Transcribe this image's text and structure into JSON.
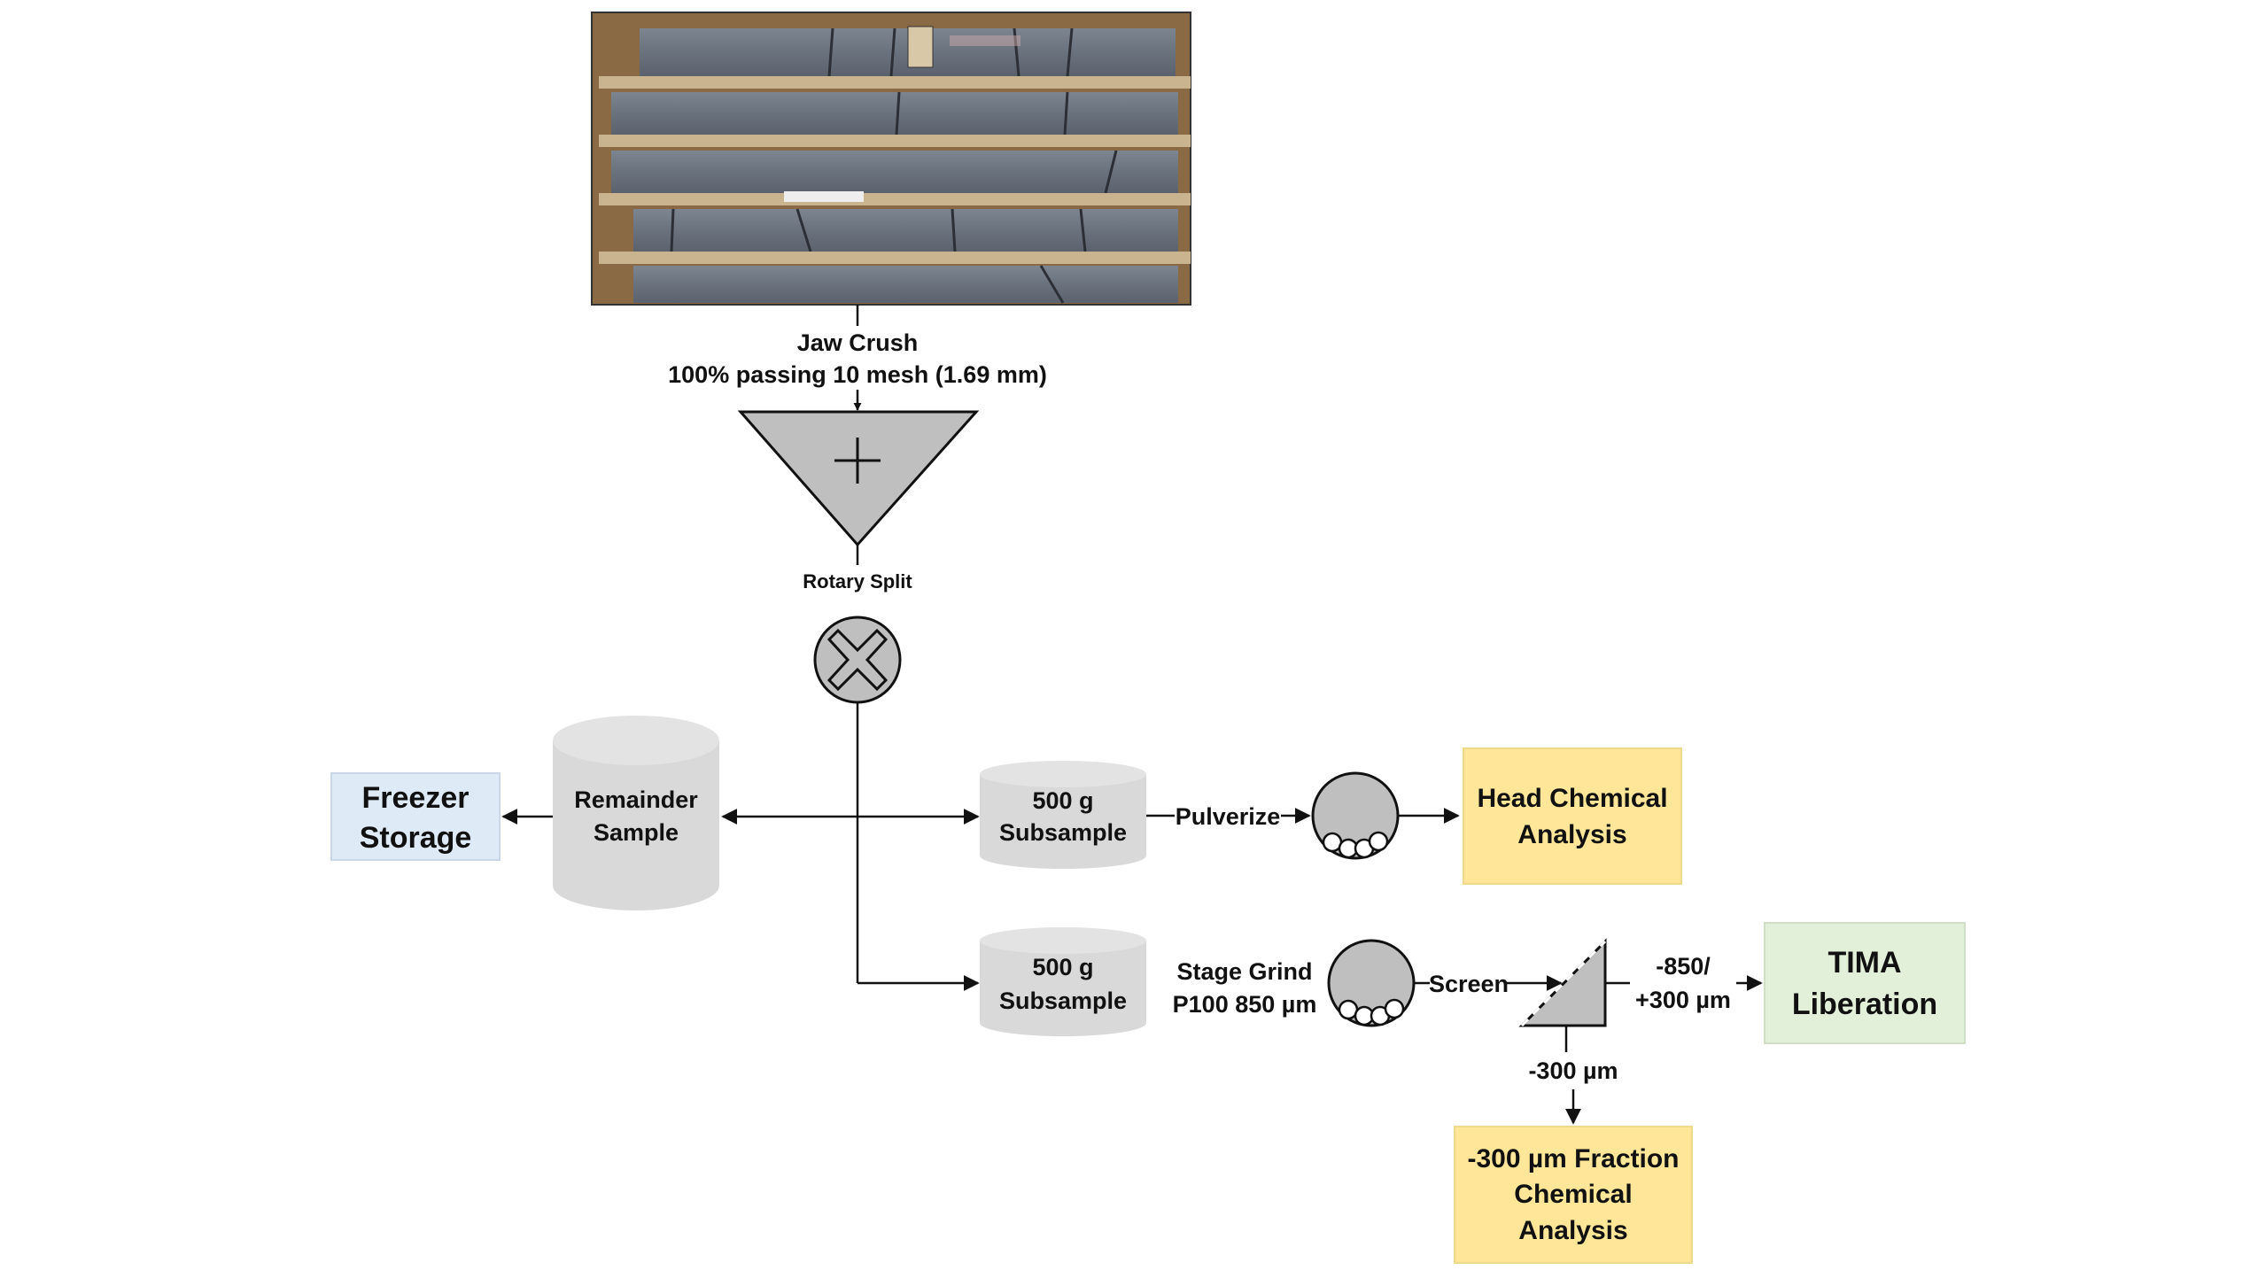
{
  "crush": {
    "line1": "Jaw Crush",
    "line2": "100% passing 10 mesh (1.69 mm)"
  },
  "rotary_split_label": "Rotary Split",
  "remainder": {
    "line1": "Remainder",
    "line2": "Sample"
  },
  "freezer": {
    "line1": "Freezer",
    "line2": "Storage"
  },
  "subsample_top": {
    "line1": "500 g",
    "line2": "Subsample"
  },
  "subsample_bottom": {
    "line1": "500 g",
    "line2": "Subsample"
  },
  "pulverize_label": "Pulverize",
  "head_chem": {
    "line1": "Head Chemical",
    "line2": "Analysis"
  },
  "stage_grind": {
    "line1": "Stage Grind",
    "line2": "P100 850 µm"
  },
  "screen_label": "Screen",
  "coarse_fraction": {
    "line1": "-850/",
    "line2": "+300 µm"
  },
  "tima": {
    "line1": "TIMA",
    "line2": "Liberation"
  },
  "fine_fraction_label": "-300 µm",
  "fine_chem": {
    "line1": "-300 µm Fraction",
    "line2": "Chemical",
    "line3": "Analysis"
  },
  "colors": {
    "yellow_box": "#FFE699",
    "green_box": "#E2F0D9",
    "blue_box": "#DEEBF7",
    "grey_fill": "#BFBFBF",
    "cylinder_fill": "#D9D9D9"
  }
}
